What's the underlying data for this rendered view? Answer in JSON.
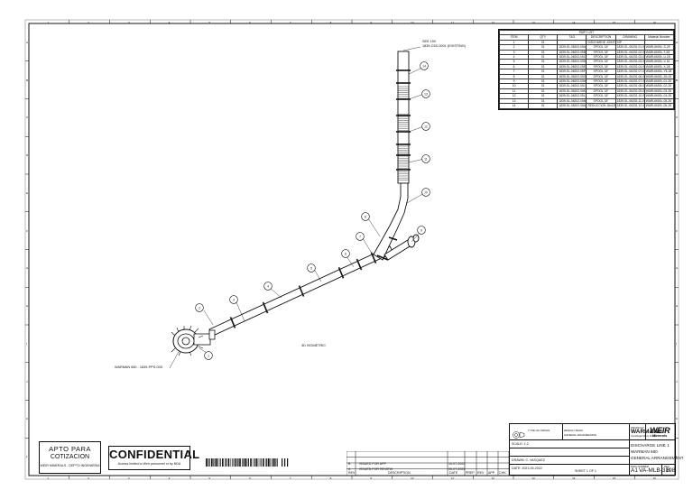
{
  "drawing": {
    "view_label": "3D ISOMETRIC",
    "pump_label": "WARMAN 660 - 1839-PPS-005",
    "see_ref": {
      "line1": "SEE 150",
      "line2": "1839-C5X-0001 (EXISTING)"
    }
  },
  "balloons": [
    "1",
    "2",
    "3",
    "4",
    "5",
    "6",
    "7",
    "8",
    "9",
    "10",
    "11",
    "12",
    "13",
    "14"
  ],
  "parts_list": {
    "title": "PART LIST",
    "headers": [
      "ITEM",
      "QTY",
      "TAG",
      "DESCRIPTION",
      "DRAWING",
      "Material Number"
    ],
    "rows": [
      [
        "1",
        "01",
        "",
        "DISCHARGE JOINT",
        "SIP",
        ""
      ],
      [
        "2",
        "01",
        "1839-SL-06202-05A",
        "SPOOL 18\"",
        "1839-SL-06202-01-01",
        "WARL6600L-S-28"
      ],
      [
        "3",
        "01",
        "1839-SL-06202-05B",
        "SPOOL 18\"",
        "1839-SL-06202-02-01",
        "WARL6600L-T-28"
      ],
      [
        "4",
        "01",
        "1839-SL-06202-05C",
        "SPOOL 18\"",
        "1839-SL-06202-03-01",
        "WARL6600L-U-28"
      ],
      [
        "5",
        "01",
        "1839-SL-06202-05D",
        "SPOOL 18\"",
        "1839-SL-06202-03-02",
        "WARL6600L-V-16"
      ],
      [
        "6",
        "01",
        "1839-SL-06202-05E",
        "SPOOL 18\"",
        "1839-SL-06202-04-01",
        "WARL6600L-X-28"
      ],
      [
        "7",
        "01",
        "1839-SL-06202-05F",
        "SPOOL 18\"",
        "1839-SL-06202-07-01",
        "WARL6600L-Y8-28"
      ],
      [
        "8",
        "01",
        "1839-SL-06202-05G",
        "SPOOL 18\"",
        "1839-SL-06202-06-01",
        "WARL6600L-Z6-28"
      ],
      [
        "9",
        "01",
        "1839-SL-06202-05H",
        "SPOOL 18\"",
        "1839-SL-06202-07-01",
        "WARL6600L-01-28"
      ],
      [
        "10",
        "01",
        "1839-SL-06202-05J",
        "SPOOL 18\"",
        "1839-SL-06202-08-01",
        "WARL6600L-02-28"
      ],
      [
        "11",
        "01",
        "1839-SL-06202-05K",
        "SPOOL 18\"",
        "1839-SL-06202-09-01",
        "WARL6600L-03-28"
      ],
      [
        "12",
        "01",
        "1839-SL-06202-05L",
        "SPOOL 18\"",
        "1839-SL-06202-10-01",
        "WARL6600L-04-28"
      ],
      [
        "13",
        "01",
        "1839-SL-06202-05M",
        "SPOOL 18\"",
        "1839-SL-06202-11-01",
        "WARL6600L-05-28"
      ],
      [
        "14",
        "01",
        "1839-SL-06202-06A",
        "REDUCCION 18x12NEW",
        "1839-SL-06202-12-01",
        "WARL6600L-06-28"
      ]
    ]
  },
  "stamps": {
    "apto": {
      "line1": "APTO PARA",
      "line2": "COTIZACION",
      "line3": "WEIR MINERALS - DEPTO INGENIERIA"
    },
    "confidential": {
      "title": "CONFIDENTIAL",
      "subtitle": "Access limited to Weir personnel or by NDA"
    }
  },
  "title_block": {
    "product_label": "PRODUCT",
    "brand": "WARMAN®",
    "brand_sub": "Centrifugal Slurry Pumps",
    "logo": "WEIR",
    "logo_sub": "Minerals",
    "title_lines": [
      "DISCHARGE LINE 1",
      "WARMAN 660",
      "GENERAL ARRANGEMENT"
    ],
    "dwg_number_label": "DWG NUMBER",
    "size": "A1",
    "dwg_number": "VA-MLB-3198",
    "rev_label": "REV",
    "rev": "B",
    "scale": "SCALE: 1:2",
    "sheet": "SHEET 1 OF 1",
    "date": "DATE: 2021-05-2022",
    "drawn": "DRAWN: C. VASQUEZ",
    "type_of_origin": "TYPE OF ORIGIN",
    "design_team": "DESIGN TEAM",
    "design_team_val": "GENERAL ENGINEERING"
  },
  "revisions": {
    "headers": [
      "REV",
      "DESCRIPTION",
      "DATE",
      "PREP",
      "REV",
      "APP",
      "CHK"
    ],
    "rows": [
      [
        "B",
        "ISSUED FOR APP",
        "15-07-2022"
      ],
      [
        "A",
        "ISSUED FOR REVIEW",
        "05-07-2022"
      ]
    ]
  },
  "border": {
    "cols": [
      "1",
      "2",
      "3",
      "4",
      "5",
      "6",
      "7",
      "8",
      "9",
      "10",
      "11",
      "12",
      "13",
      "14",
      "15",
      "16"
    ],
    "rows": [
      "A",
      "B",
      "C",
      "D",
      "E",
      "F",
      "G",
      "H",
      "I",
      "J",
      "K",
      "L"
    ]
  }
}
